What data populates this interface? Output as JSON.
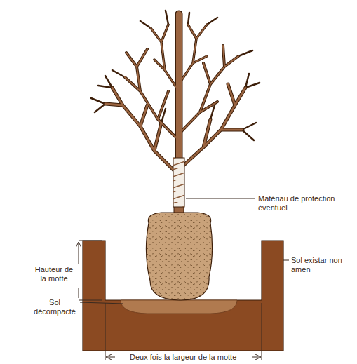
{
  "diagram": {
    "labels": [
      "Matériau de protection éventuel",
      "Hauteur de la motte",
      "Sol existar non amen",
      "Sol décompacté",
      "Deux fois la largeur de la motte"
    ]
  }
}
